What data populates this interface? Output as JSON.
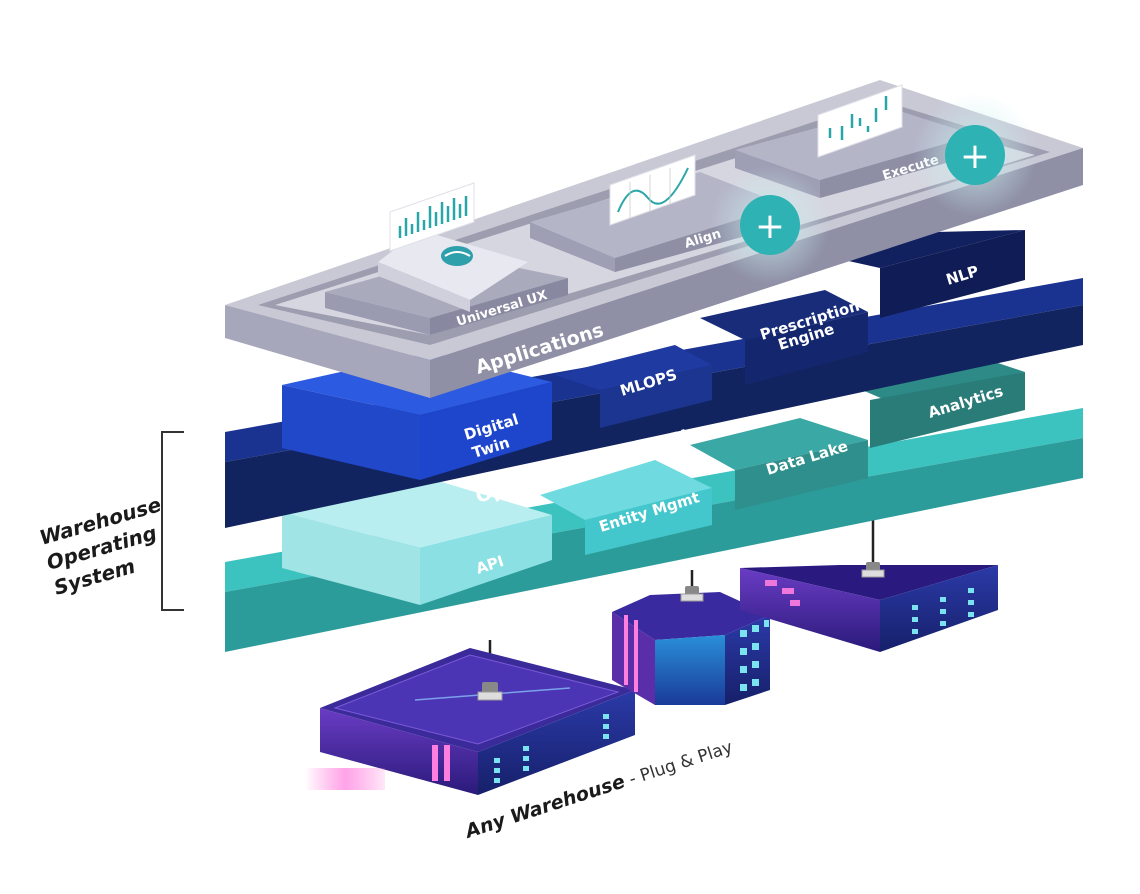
{
  "side_label": {
    "lines": [
      "Warehouse",
      "Operating",
      "System"
    ]
  },
  "layers": {
    "applications": {
      "title": "Applications",
      "modules": {
        "universal_ux": "Universal UX",
        "align": "Align",
        "execute": "Execute"
      }
    },
    "operational_memory": {
      "title": "Operational Memory",
      "modules": {
        "digital_twin_line1": "Digital",
        "digital_twin_line2": "Twin",
        "mlops": "MLOPS",
        "prescription_line1": "Prescription",
        "prescription_line2": "Engine",
        "nlp": "NLP"
      }
    },
    "data_abstraction": {
      "title": "Data Abstraction",
      "modules": {
        "api": "API",
        "entity_mgmt": "Entity Mgmt",
        "data_lake": "Data Lake",
        "analytics": "Analytics"
      }
    }
  },
  "caption": {
    "bold": "Any Warehouse",
    "rest": " - Plug & Play"
  },
  "plus_symbol": "+",
  "colors": {
    "app_tray": "#b9b9c9",
    "om_base": "#142a6e",
    "da_base": "#2fa6a4",
    "plus_teal": "#2eb2b4",
    "building_purple": "#5a2ea8"
  },
  "icons": [
    "bar-chart-icon",
    "line-chart-icon",
    "candlestick-icon",
    "logo-icon",
    "plus-icon",
    "plug-icon",
    "building-icon"
  ]
}
